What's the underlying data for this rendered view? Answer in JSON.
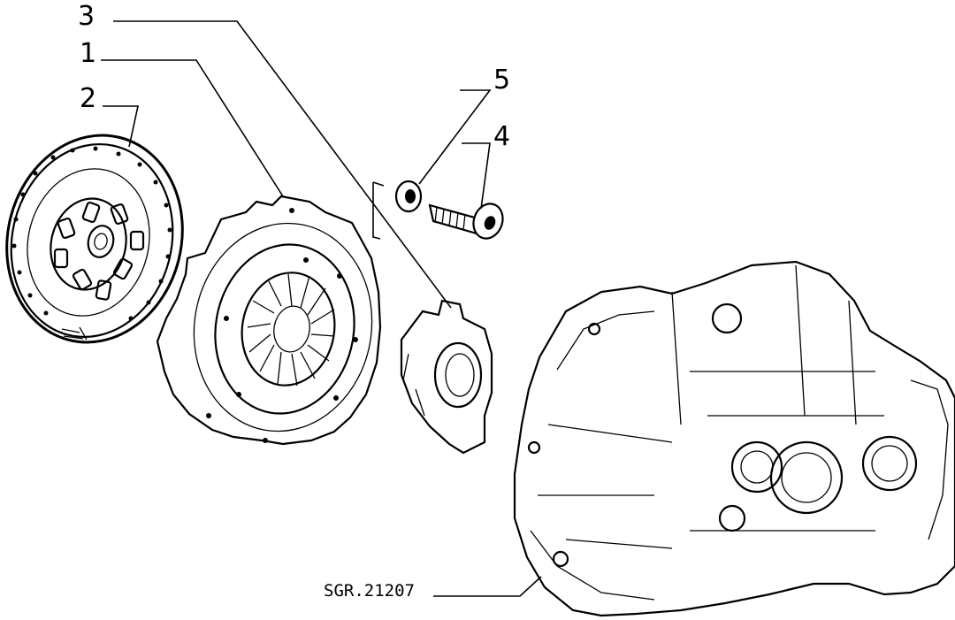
{
  "callouts": [
    {
      "id": "1",
      "label": "1"
    },
    {
      "id": "2",
      "label": "2"
    },
    {
      "id": "3",
      "label": "3"
    },
    {
      "id": "4",
      "label": "4"
    },
    {
      "id": "5",
      "label": "5"
    }
  ],
  "reference_code": "SGR.21207"
}
